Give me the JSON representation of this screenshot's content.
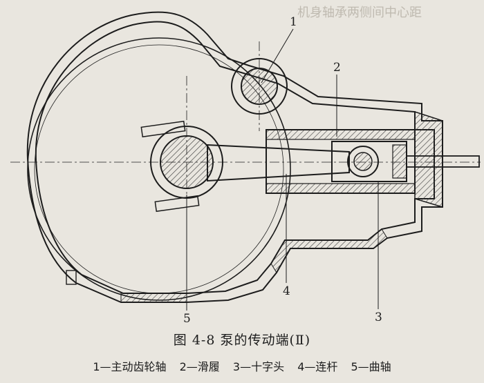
{
  "figure": {
    "callouts": [
      {
        "id": "1",
        "text": "1"
      },
      {
        "id": "2",
        "text": "2"
      },
      {
        "id": "3",
        "text": "3"
      },
      {
        "id": "4",
        "text": "4"
      },
      {
        "id": "5",
        "text": "5"
      }
    ],
    "caption": "图 4-8   泵的传动端(Ⅱ)",
    "legend": [
      "1—主动齿轮轴",
      "2—滑履",
      "3—十字头",
      "4—连杆",
      "5—曲轴"
    ]
  },
  "background_text": {
    "top_right": "机身轴承两侧间中心距"
  },
  "colors": {
    "paper": "#e9e6df",
    "ink": "#1c1c1c",
    "hatch": "#3a3a3a"
  }
}
